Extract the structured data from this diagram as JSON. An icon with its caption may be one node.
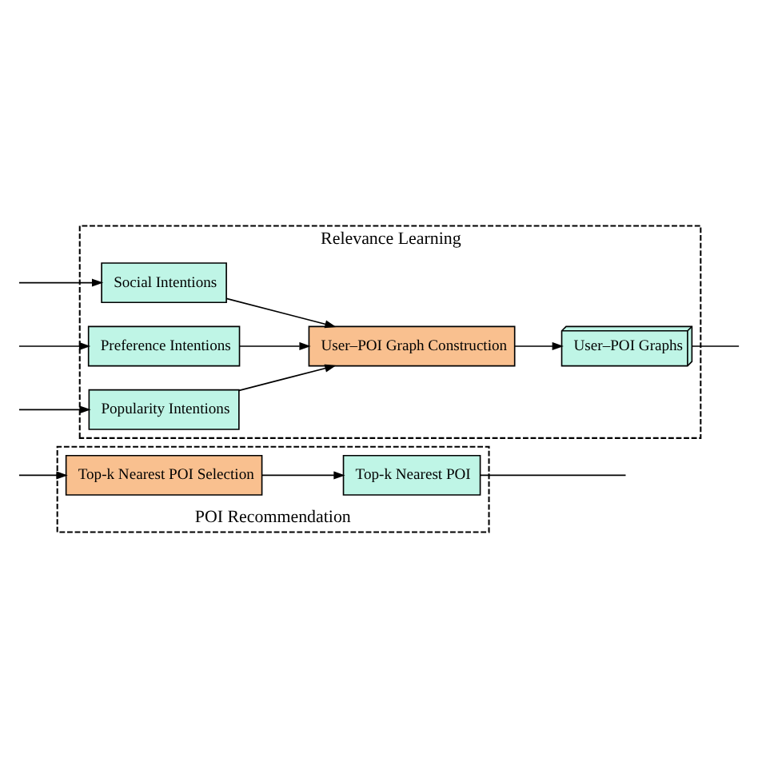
{
  "diagram": {
    "nodes": [
      {
        "text": [
          "Relevance Learning"
        ]
      },
      {
        "text": [
          "Social Intentions"
        ],
        "in": 0
      },
      {
        "text": [
          "Preference Intentions"
        ],
        "in": 0
      },
      {
        "text": [
          "Popularity Intentions"
        ],
        "in": 0
      },
      {
        "text": [
          "User–POI Graph Construction"
        ],
        "in": 0
      },
      {
        "text": [
          "User–POI Graphs"
        ],
        "in": 0
      },
      {
        "text": [
          "POI Recommendation"
        ]
      },
      {
        "text": [
          "Top-k Nearest POI Selection"
        ],
        "in": 6
      },
      {
        "text": [
          "Top-k Nearest POI"
        ],
        "in": 6
      }
    ],
    "edges": [
      {
        "from": null,
        "to": 1,
        "arrow": "to"
      },
      {
        "from": null,
        "to": 2,
        "arrow": "to"
      },
      {
        "from": null,
        "to": 3,
        "arrow": "to"
      },
      {
        "from": 1,
        "to": 4,
        "arrow": "to"
      },
      {
        "from": 2,
        "to": 4,
        "arrow": "to"
      },
      {
        "from": 3,
        "to": 4,
        "arrow": "to"
      },
      {
        "from": 4,
        "to": 5,
        "arrow": "to"
      },
      {
        "from": 5,
        "to": null,
        "arrow": "none"
      },
      {
        "from": null,
        "to": 7,
        "arrow": "to"
      },
      {
        "from": 7,
        "to": 8,
        "arrow": "to"
      },
      {
        "from": 8,
        "to": null,
        "arrow": "none"
      }
    ]
  }
}
